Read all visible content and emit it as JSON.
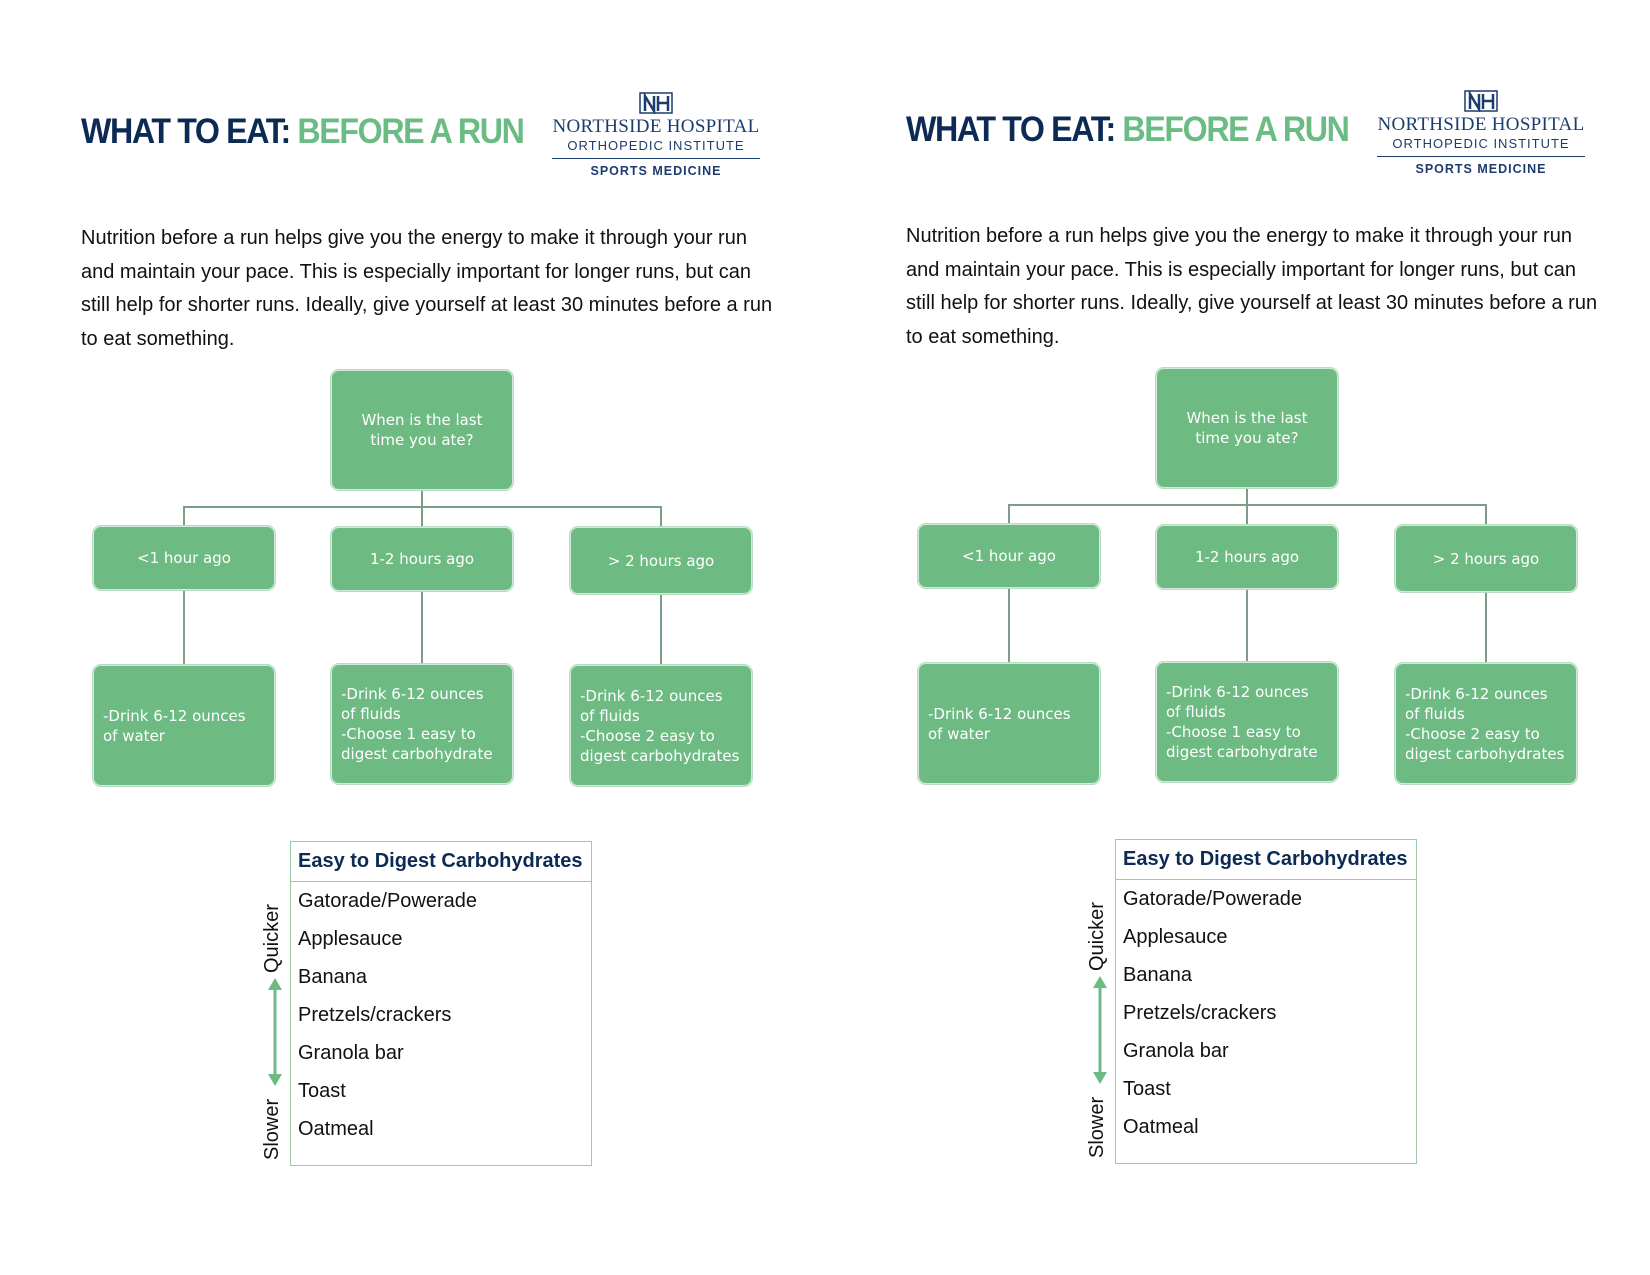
{
  "title": {
    "part1": "WHAT TO EAT:",
    "part2": "BEFORE A RUN"
  },
  "logo": {
    "monogram": "NH",
    "line1": "NORTHSIDE HOSPITAL",
    "line2": "ORTHOPEDIC INSTITUTE",
    "line3": "SPORTS MEDICINE"
  },
  "intro": "Nutrition before a run helps give you the energy to make it through your run and maintain your pace. This is especially important for longer runs, but can still help for shorter runs. Ideally, give yourself at least 30 minutes before a run to eat something.",
  "flowchart": {
    "question": "When is the last time you ate?",
    "options": [
      {
        "label": "<1 hour ago",
        "advice": "-Drink 6-12 ounces\nof water"
      },
      {
        "label": "1-2 hours ago",
        "advice": "-Drink 6-12 ounces\nof fluids\n-Choose 1 easy to\ndigest carbohydrate"
      },
      {
        "label": "> 2 hours ago",
        "advice": "-Drink 6-12 ounces\nof fluids\n-Choose 2 easy to\ndigest carbohydrates"
      }
    ]
  },
  "carbs": {
    "header": "Easy to Digest Carbohydrates",
    "items": [
      "Gatorade/Powerade",
      "Applesauce",
      "Banana",
      "Pretzels/crackers",
      "Granola bar",
      "Toast",
      "Oatmeal"
    ],
    "top_label": "Quicker",
    "bottom_label": "Slower"
  },
  "colors": {
    "navy": "#0d2a55",
    "green": "#6dba83",
    "title_green": "#6bbb85"
  }
}
